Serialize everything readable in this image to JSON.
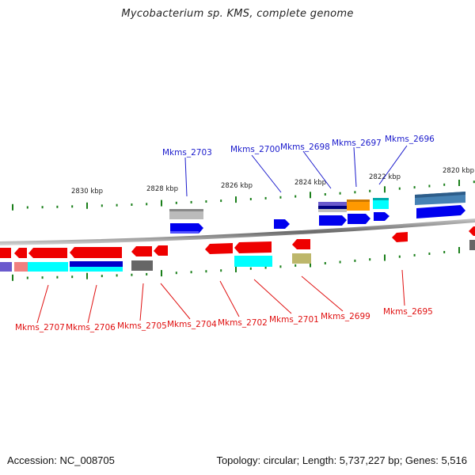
{
  "title": "Mycobacterium sp. KMS, complete genome",
  "footer": {
    "accession": "Accession: NC_008705",
    "summary": "Topology: circular; Length: 5,737,227 bp; Genes: 5,516"
  },
  "colors": {
    "backbone": "#888888",
    "tick": "#1a7f1a",
    "forward_gene": "#0000ee",
    "reverse_gene": "#ee0000",
    "forward_label": "#1a1acc",
    "reverse_label": "#e01010"
  },
  "scale": {
    "unit": "kbp",
    "labels": [
      {
        "kbp": 2830,
        "text": "2830 kbp"
      },
      {
        "kbp": 2828,
        "text": "2828 kbp"
      },
      {
        "kbp": 2826,
        "text": "2826 kbp"
      },
      {
        "kbp": 2824,
        "text": "2824 kbp"
      },
      {
        "kbp": 2822,
        "text": "2822 kbp"
      },
      {
        "kbp": 2820,
        "text": "2820 kbp"
      }
    ]
  },
  "forward_genes": [
    {
      "id": "Mkms_2703",
      "label": "Mkms_2703",
      "cog_color": "#b8b8b8"
    },
    {
      "id": "Mkms_2700",
      "label": "Mkms_2700",
      "cog_color": null
    },
    {
      "id": "Mkms_2698",
      "label": "Mkms_2698",
      "cog_color": "#6a5acd"
    },
    {
      "id": "Mkms_2697",
      "label": "Mkms_2697",
      "cog_color": "#ff9900"
    },
    {
      "id": "Mkms_2696",
      "label": "Mkms_2696",
      "cog_color": "#00ffff"
    },
    {
      "id": "unlabeled_fwd",
      "label": "",
      "cog_color": "#4682b4"
    }
  ],
  "reverse_genes": [
    {
      "id": "Mkms_2707",
      "label": "Mkms_2707",
      "cog_color": "#6a5acd"
    },
    {
      "id": "Mkms_2706",
      "label": "Mkms_2706",
      "cog_color": "#00ffff"
    },
    {
      "id": "Mkms_2705",
      "label": "Mkms_2705",
      "cog_color": "#666666"
    },
    {
      "id": "Mkms_2704",
      "label": "Mkms_2704",
      "cog_color": null
    },
    {
      "id": "Mkms_2702",
      "label": "Mkms_2702",
      "cog_color": null
    },
    {
      "id": "Mkms_2701",
      "label": "Mkms_2701",
      "cog_color": "#00ffff"
    },
    {
      "id": "Mkms_2699",
      "label": "Mkms_2699",
      "cog_color": "#bdb76b"
    },
    {
      "id": "Mkms_2695",
      "label": "Mkms_2695",
      "cog_color": null
    }
  ]
}
